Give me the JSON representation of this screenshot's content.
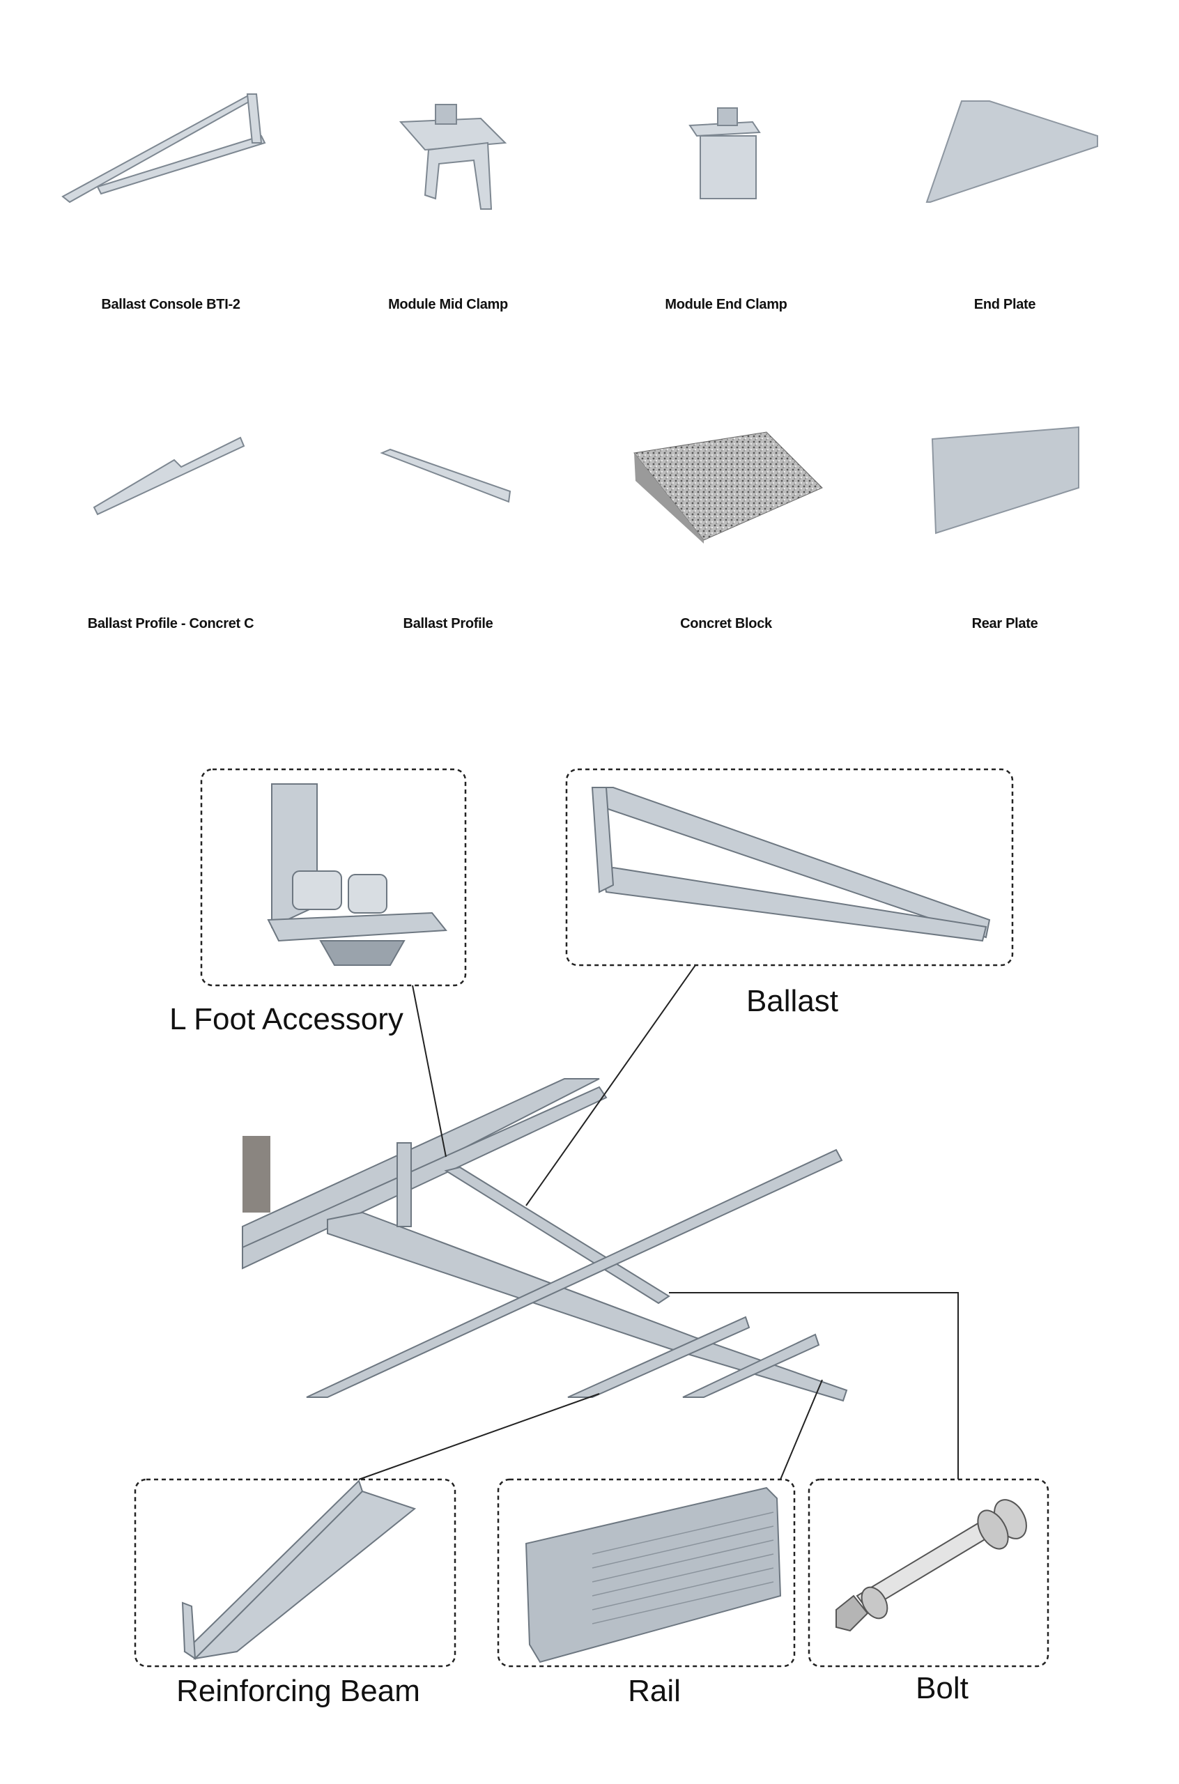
{
  "catalog": {
    "row1": [
      "Ballast Console BTI-2",
      "Module Mid Clamp",
      "Module End Clamp",
      "End Plate"
    ],
    "row2": [
      "Ballast Profile - Concret C",
      "Ballast Profile",
      "Concret Block",
      "Rear Plate"
    ]
  },
  "callouts": {
    "l_foot": "L Foot Accessory",
    "ballast": "Ballast",
    "reinforcing_beam": "Reinforcing Beam",
    "rail": "Rail",
    "bolt": "Bolt"
  },
  "colors": {
    "metal": "#c5ccd4",
    "metal_dark": "#8d96a0",
    "line": "#222222"
  }
}
